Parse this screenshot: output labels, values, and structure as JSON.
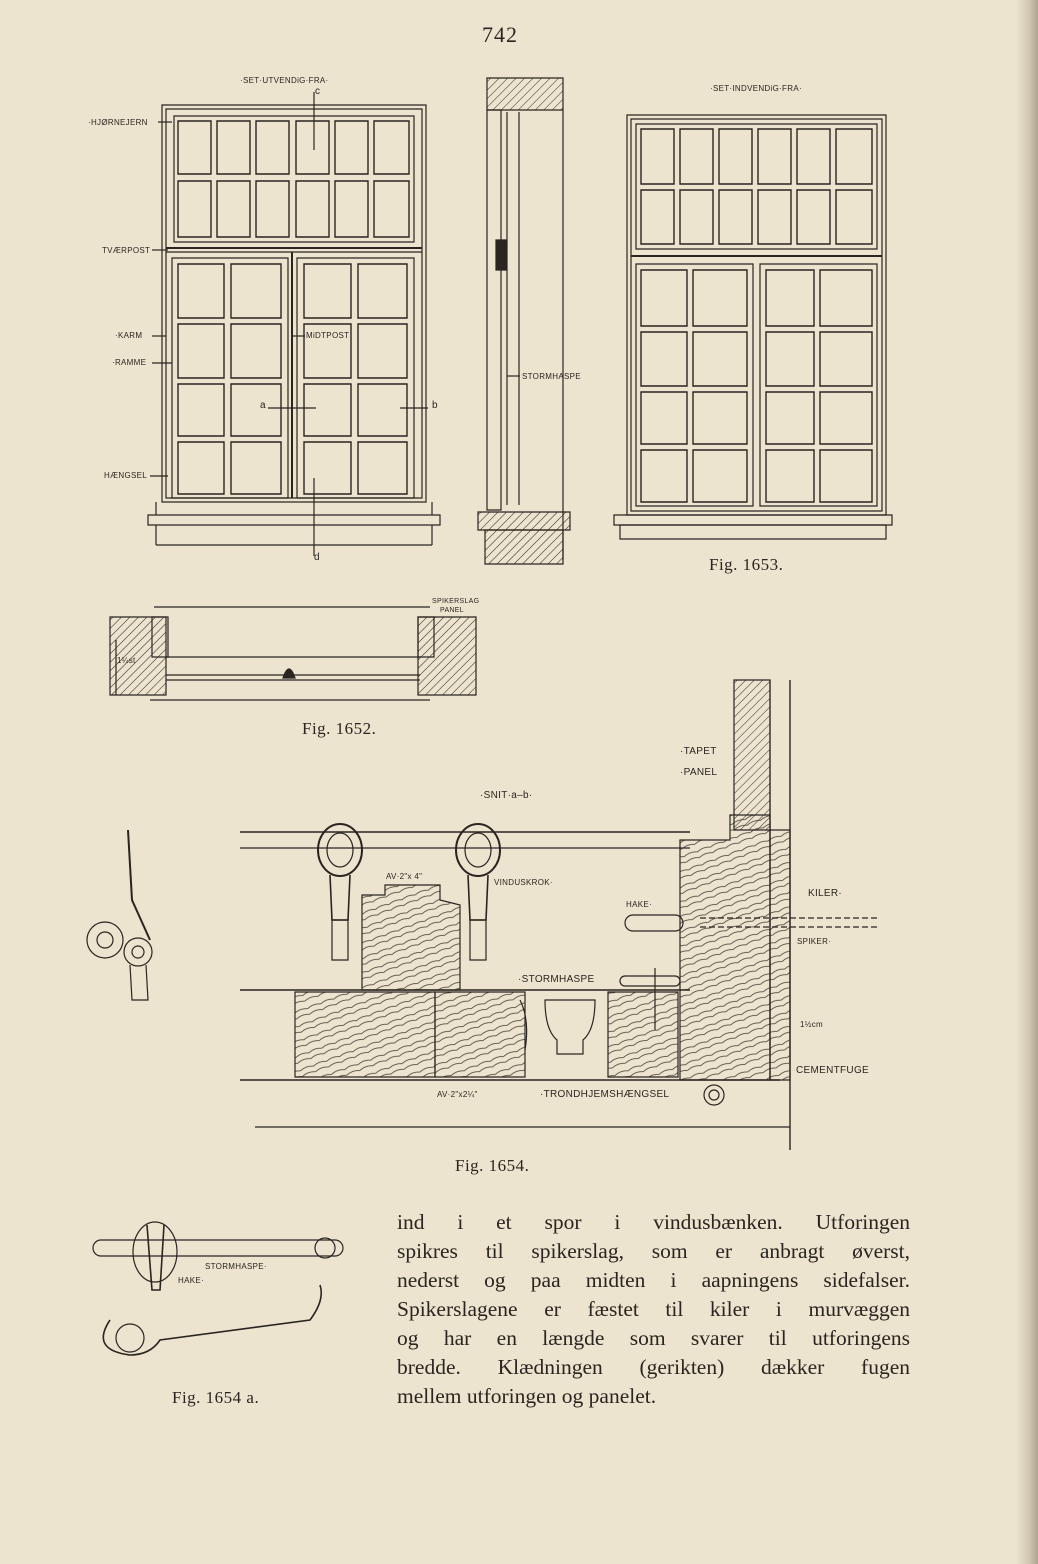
{
  "page_number": "742",
  "fig1652_1653": {
    "outside_title": "·SET·UTVENDiG·FRA·",
    "inside_title": "·SET·INDVENDiG·FRA·",
    "labels": {
      "hjornejern": "·HJØRNEJERN",
      "tvaerpost": "TVÆRPOST",
      "karm": "·KARM",
      "ramme": "·RAMME",
      "haengsel": "HÆNGSEL",
      "midtpost": "MiDTPOST",
      "stormhaspe": "STORMHASPE",
      "c": "c",
      "a": "a",
      "b": "b",
      "d": "d"
    },
    "caption_1653": "Fig. 1653.",
    "caption_1652": "Fig. 1652.",
    "spikerslag": "SPIKERSLAG",
    "panel": "PANEL",
    "dim": "1¼st"
  },
  "fig1654": {
    "title": "·SNIT·a–b·",
    "labels": {
      "tapet": "·TAPET",
      "panel": "·PANEL",
      "av1": "AV·2\"x 4\"",
      "vinduskrok": "VINDUSKROK·",
      "hake": "HAKE·",
      "kiler": "KILER·",
      "spiker": "SPIKER·",
      "stormhaspe": "·STORMHASPE",
      "cm": "1½cm",
      "cementfuge": "CEMENTFUGE",
      "av2": "AV·2\"x2¼\"",
      "trondhjem": "·TRONDHJEMSHÆNGSEL"
    },
    "caption": "Fig. 1654."
  },
  "fig1654a": {
    "stormhaspe": "STORMHASPE·",
    "hake": "HAKE·",
    "caption": "Fig. 1654 a."
  },
  "body_lines": [
    "ind i et spor i vindusbænken. Utforingen",
    "spikres til spikerslag, som er anbragt øverst,",
    "nederst og paa midten i aapningens sidefalser.",
    "Spikerslagene er fæstet til kiler i murvæggen",
    "og har en længde som svarer til utforingens",
    "bredde. Klædningen (gerikten) dækker fugen",
    "mellem utforingen og panelet."
  ]
}
